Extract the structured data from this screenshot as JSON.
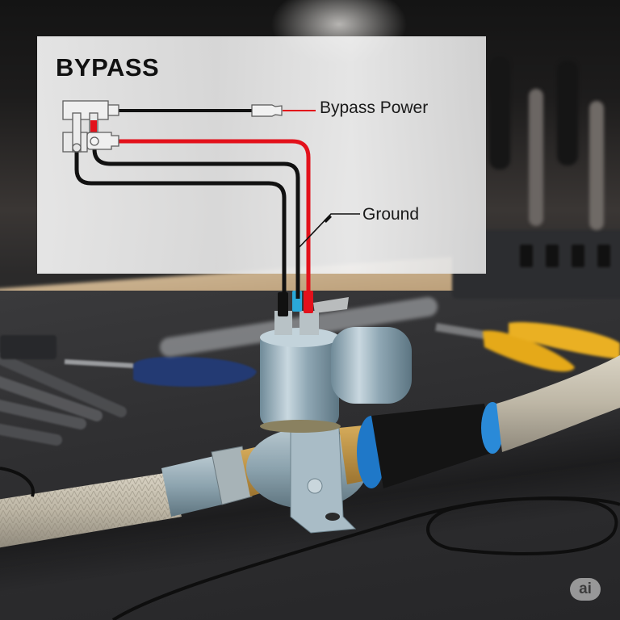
{
  "diagram": {
    "title": "BYPASS",
    "labels": {
      "bypass_power": "Bypass Power",
      "ground": "Ground"
    },
    "wires": [
      {
        "name": "bypass-power-lead",
        "color": "#111111",
        "from": "connector-top-tab",
        "to": "bypass-power-terminal"
      },
      {
        "name": "power-feed",
        "color": "#e3111b",
        "from": "ring-terminal",
        "to": "solenoid-red-pin"
      },
      {
        "name": "ring-ground-wire",
        "color": "#111111",
        "from": "ring-terminal",
        "to": "solenoid-blue-pin"
      },
      {
        "name": "left-wire",
        "color": "#111111",
        "from": "connector-left-tab",
        "to": "solenoid-black-pin"
      }
    ],
    "colors": {
      "wire_black": "#111111",
      "wire_red": "#e3111b",
      "panel_bg": "#e6e6e6",
      "text": "#111111"
    }
  },
  "photo": {
    "subject": "solenoid bypass valve on braided hose over workbench",
    "pin_colors": [
      "#111111",
      "#2aa8d8",
      "#e3111b"
    ],
    "objects": [
      "solenoid-valve",
      "braided-hose",
      "mounting-bracket",
      "screwdriver",
      "wrench-set",
      "pliers",
      "screwdriver-rack",
      "black-cable"
    ]
  },
  "badge": {
    "text": "ai"
  }
}
